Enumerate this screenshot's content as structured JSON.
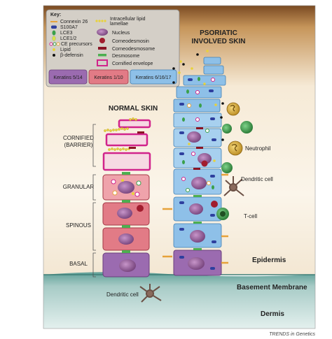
{
  "key": {
    "title": "Key:",
    "items": [
      {
        "label": "Connexin 26",
        "icon": "connexin-icon"
      },
      {
        "label": "S100A7",
        "icon": "s100a7-icon"
      },
      {
        "label": "LCE3",
        "icon": "lce3-icon"
      },
      {
        "label": "LCE1/2",
        "icon": "lce12-icon"
      },
      {
        "label": "CE precursors",
        "icon": "ce-precursor-icon"
      },
      {
        "label": "Lipid",
        "icon": "lipid-icon"
      },
      {
        "label": "β-defensin",
        "icon": "defensin-icon"
      },
      {
        "label": "Intracellular lipid",
        "icon": "lipid-lamellae-icon"
      },
      {
        "label": "lamellae",
        "icon": ""
      },
      {
        "label": "Nucleus",
        "icon": "nucleus-icon"
      },
      {
        "label": "Corneodesmosin",
        "icon": "corneodesmosin-icon"
      },
      {
        "label": "Corneodesmosome",
        "icon": "corneodesmosome-icon"
      },
      {
        "label": "Desmosome",
        "icon": "desmosome-icon"
      },
      {
        "label": "Cornified envelope",
        "icon": "cornified-envelope-icon"
      }
    ],
    "keratins": [
      "Keratins 5/14",
      "Keratins 1/10",
      "Keratins 6/16/17"
    ]
  },
  "titles": {
    "normal": "NORMAL SKIN",
    "psoriatic_1": "PSORIATIC",
    "psoriatic_2": "INVOLVED SKIN"
  },
  "layers": {
    "cornified_1": "CORNIFIED",
    "cornified_2": "(BARRIER)",
    "granular": "GRANULAR",
    "spinous": "SPINOUS",
    "basal": "BASAL"
  },
  "immune": {
    "neutrophil": "Neutrophil",
    "dendritic_cell": "Dendritic cell",
    "t_cell": "T-cell",
    "dermal_dendritic": "Dendritic cell"
  },
  "regions": {
    "epidermis": "Epidermis",
    "basement": "Basement Membrane",
    "dermis": "Dermis"
  },
  "credit": "TRENDS in Genetics",
  "colors": {
    "keratin_5_14": "#9b6bb0",
    "keratin_1_10": "#e27b86",
    "keratin_6_16_17": "#8ec0e8",
    "nucleus": "#8a4f8f",
    "corneodesmosome": "#a11d2e",
    "lipid": "#e8d23a",
    "connexin": "#e6a23a",
    "s100a7": "#2e3f9e",
    "lce3": "#3aa04a",
    "neutrophil": "#d4a52f",
    "t_cell": "#2f8a3c",
    "cornified_envelope": "#d1238b"
  }
}
